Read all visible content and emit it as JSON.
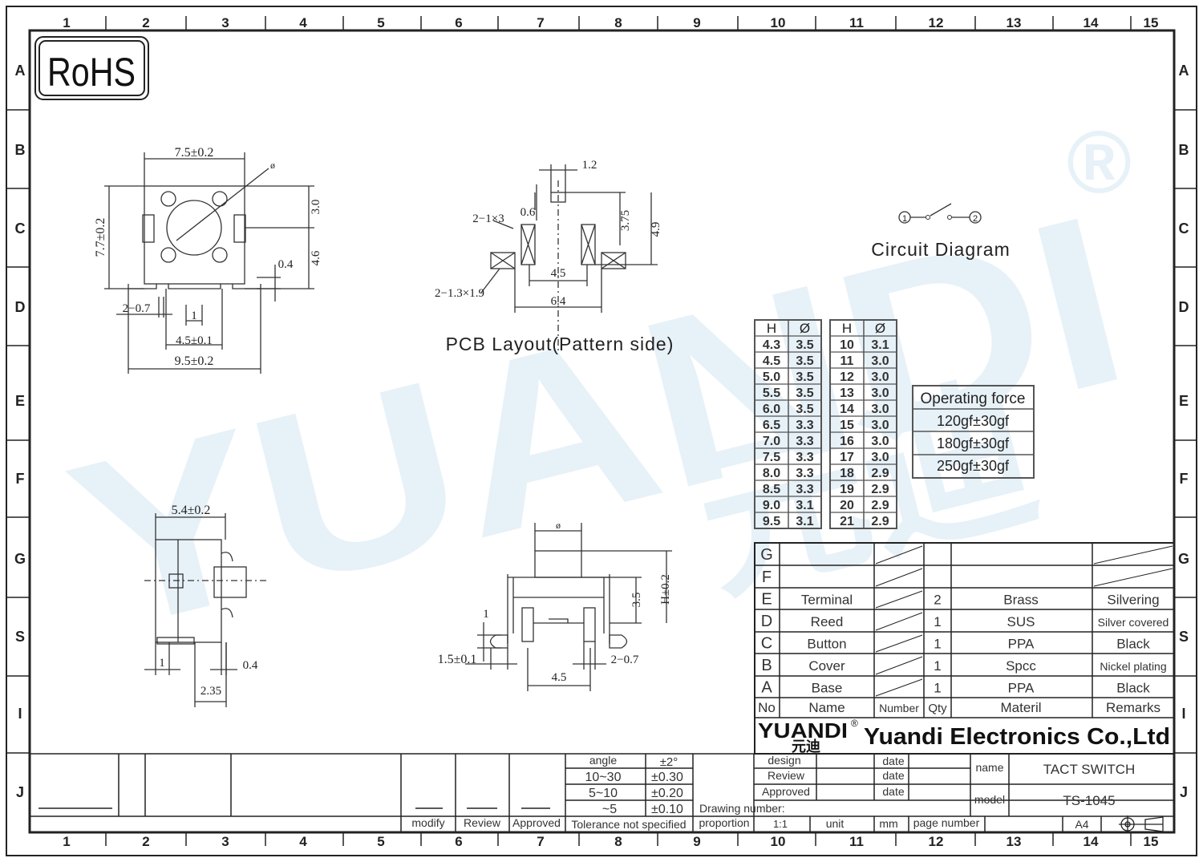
{
  "grid": {
    "columns": [
      "1",
      "2",
      "3",
      "4",
      "5",
      "6",
      "7",
      "8",
      "9",
      "10",
      "11",
      "12",
      "13",
      "14",
      "15"
    ],
    "rows": [
      "A",
      "B",
      "C",
      "D",
      "E",
      "F",
      "G",
      "S",
      "I",
      "J"
    ]
  },
  "badge": "RoHS",
  "watermark": {
    "text": "YUANDI",
    "chinese": "元迪",
    "registered": "®"
  },
  "top_view": {
    "width": "7.5±0.2",
    "height": "7.7±0.2",
    "dia": "ø",
    "d1": "3.0",
    "d2": "4.6",
    "d3": "0.4",
    "d4": "2−0.7",
    "d5": "1",
    "d6": "4.5±0.1",
    "d7": "9.5±0.2"
  },
  "pcb": {
    "title": "PCB Layout(Pattern side)",
    "d1": "1.2",
    "d2": "2−1×3",
    "d3": "0.6",
    "d4": "3.75",
    "d5": "4.9",
    "d6": "4.5",
    "d7": "6.4",
    "d8": "2−1.3×1.9"
  },
  "circuit": {
    "title": "Circuit Diagram",
    "pin1": "1",
    "pin2": "2"
  },
  "side_view": {
    "d1": "5.4±0.2",
    "d2": "1",
    "d3": "0.4",
    "d4": "2.35"
  },
  "front_view": {
    "dia": "ø",
    "d1": "H±0.2",
    "d2": "3.5",
    "d3": "1",
    "d4": "1.5±0.1",
    "d5": "4.5",
    "d6": "2−0.7"
  },
  "height_table": {
    "headers": [
      "H",
      "Ø"
    ],
    "left": [
      [
        "4.3",
        "3.5"
      ],
      [
        "4.5",
        "3.5"
      ],
      [
        "5.0",
        "3.5"
      ],
      [
        "5.5",
        "3.5"
      ],
      [
        "6.0",
        "3.5"
      ],
      [
        "6.5",
        "3.3"
      ],
      [
        "7.0",
        "3.3"
      ],
      [
        "7.5",
        "3.3"
      ],
      [
        "8.0",
        "3.3"
      ],
      [
        "8.5",
        "3.3"
      ],
      [
        "9.0",
        "3.1"
      ],
      [
        "9.5",
        "3.1"
      ]
    ],
    "right": [
      [
        "10",
        "3.1"
      ],
      [
        "11",
        "3.0"
      ],
      [
        "12",
        "3.0"
      ],
      [
        "13",
        "3.0"
      ],
      [
        "14",
        "3.0"
      ],
      [
        "15",
        "3.0"
      ],
      [
        "16",
        "3.0"
      ],
      [
        "17",
        "3.0"
      ],
      [
        "18",
        "2.9"
      ],
      [
        "19",
        "2.9"
      ],
      [
        "20",
        "2.9"
      ],
      [
        "21",
        "2.9"
      ]
    ]
  },
  "force_table": {
    "header": "Operating force",
    "rows": [
      "120gf±30gf",
      "180gf±30gf",
      "250gf±30gf"
    ]
  },
  "bom": {
    "headers": [
      "No",
      "Name",
      "Number",
      "Qty",
      "Materil",
      "Remarks"
    ],
    "rows": [
      [
        "G",
        "",
        "",
        "",
        "",
        ""
      ],
      [
        "F",
        "",
        "",
        "",
        "",
        ""
      ],
      [
        "E",
        "Terminal",
        "",
        "2",
        "Brass",
        "Silvering"
      ],
      [
        "D",
        "Reed",
        "",
        "1",
        "SUS",
        "Silver covered"
      ],
      [
        "C",
        "Button",
        "",
        "1",
        "PPA",
        "Black"
      ],
      [
        "B",
        "Cover",
        "",
        "1",
        "Spcc",
        "Nickel plating"
      ],
      [
        "A",
        "Base",
        "",
        "1",
        "PPA",
        "Black"
      ]
    ]
  },
  "company": {
    "logo": "YUANDI",
    "logo_cn": "元迪",
    "reg": "®",
    "name": "Yuandi Electronics Co.,Ltd"
  },
  "tolerance": {
    "rows": [
      [
        "angle",
        "±2°"
      ],
      [
        "10~30",
        "±0.30"
      ],
      [
        "5~10",
        "±0.20"
      ],
      [
        "~5",
        "±0.10"
      ]
    ],
    "label": "Tolerance not specified"
  },
  "revision": {
    "modify": "modify",
    "review": "Review",
    "approved": "Approved"
  },
  "signoff": {
    "design": "design",
    "review": "Review",
    "approved": "Approved",
    "date": "date"
  },
  "title_block": {
    "name_label": "name",
    "name_value": "TACT SWITCH",
    "model_label": "model",
    "model_value": "TS-1045",
    "drawing_number": "Drawing number:",
    "proportion": "proportion",
    "scale": "1:1",
    "unit_label": "unit",
    "unit": "mm",
    "page_number": "page number",
    "size": "A4"
  }
}
